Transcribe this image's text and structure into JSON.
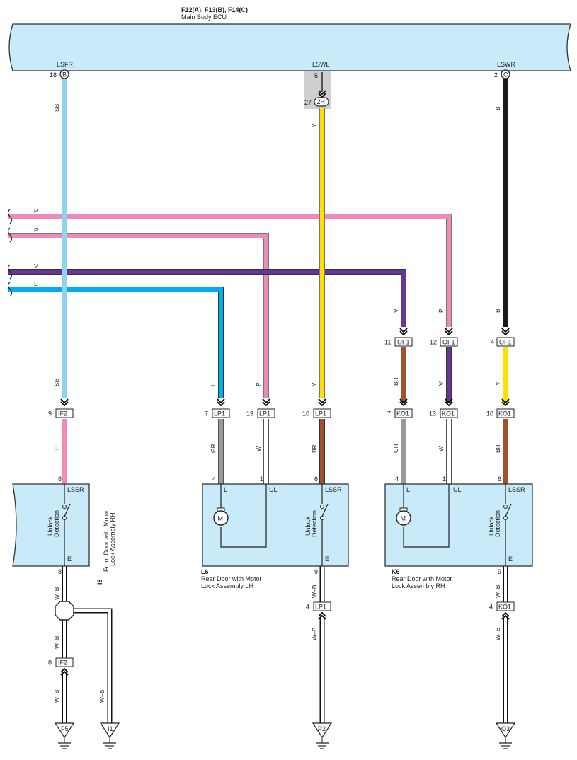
{
  "ecu": {
    "connectors": "F12(A), F13(B), F14(C)",
    "name": "Main Body ECU",
    "pins": [
      {
        "name": "LSFR",
        "num": "18",
        "conn": "B"
      },
      {
        "name": "LSWL",
        "num": "5",
        "conn": ""
      },
      {
        "name": "LSWR",
        "num": "2",
        "conn": "C"
      }
    ],
    "junction": {
      "num": "27",
      "id": "2H"
    }
  },
  "wires": {
    "sb": "SB",
    "y": "Y",
    "b": "B",
    "p": "P",
    "v": "V",
    "l": "L",
    "br": "BR",
    "gr": "GR",
    "w": "W",
    "wb": "W–B"
  },
  "connectors": {
    "if2_9": {
      "num": "9",
      "id": "IF2"
    },
    "lp1_7": {
      "num": "7",
      "id": "LP1"
    },
    "lp1_13": {
      "num": "13",
      "id": "LP1"
    },
    "lp1_10": {
      "num": "10",
      "id": "LP1"
    },
    "of1_11": {
      "num": "11",
      "id": "OF1"
    },
    "of1_12": {
      "num": "12",
      "id": "OF1"
    },
    "of1_4": {
      "num": "4",
      "id": "OF1"
    },
    "ko1_7": {
      "num": "7",
      "id": "KO1"
    },
    "ko1_13": {
      "num": "13",
      "id": "KO1"
    },
    "ko1_10": {
      "num": "10",
      "id": "KO1"
    },
    "lp1_4": {
      "num": "4",
      "id": "LP1"
    },
    "ko1_4": {
      "num": "4",
      "id": "KO1"
    },
    "if2_8": {
      "num": "8",
      "id": "IF2"
    }
  },
  "components": {
    "i8": {
      "id": "I8",
      "name1": "Front Door with Motor",
      "name2": "Lock Assembly RH",
      "lssr": "LSSR",
      "e": "E",
      "pin_top": "8",
      "pin_bottom": "8",
      "switch1": "Unlock",
      "switch2": "Detection"
    },
    "l6": {
      "id": "L6",
      "name1": "Rear Door with Motor",
      "name2": "Lock Assembly LH",
      "l": "L",
      "ul": "UL",
      "lssr": "LSSR",
      "e": "E",
      "motor": "M",
      "pin_l": "4",
      "pin_ul": "1",
      "pin_lssr": "6",
      "pin_e": "9",
      "switch1": "Unlock",
      "switch2": "Detection"
    },
    "k6": {
      "id": "K6",
      "name1": "Rear Door with Motor",
      "name2": "Lock Assembly RH",
      "l": "L",
      "ul": "UL",
      "lssr": "LSSR",
      "e": "E",
      "motor": "M",
      "pin_l": "4",
      "pin_ul": "1",
      "pin_lssr": "6",
      "pin_e": "9",
      "switch1": "Unlock",
      "switch2": "Detection"
    }
  },
  "grounds": [
    "F5",
    "I1",
    "P2",
    "O3"
  ],
  "colors": {
    "sb": "#8fd3f2",
    "y": "#ffe000",
    "b": "#1a1a1a",
    "p": "#f08ab8",
    "v": "#6a3596",
    "l": "#00aeef",
    "br": "#a0522d",
    "gr": "#9a9a9a",
    "w": "#ffffff",
    "box": "#c9eaf8",
    "shade": "#cfcfcf"
  }
}
